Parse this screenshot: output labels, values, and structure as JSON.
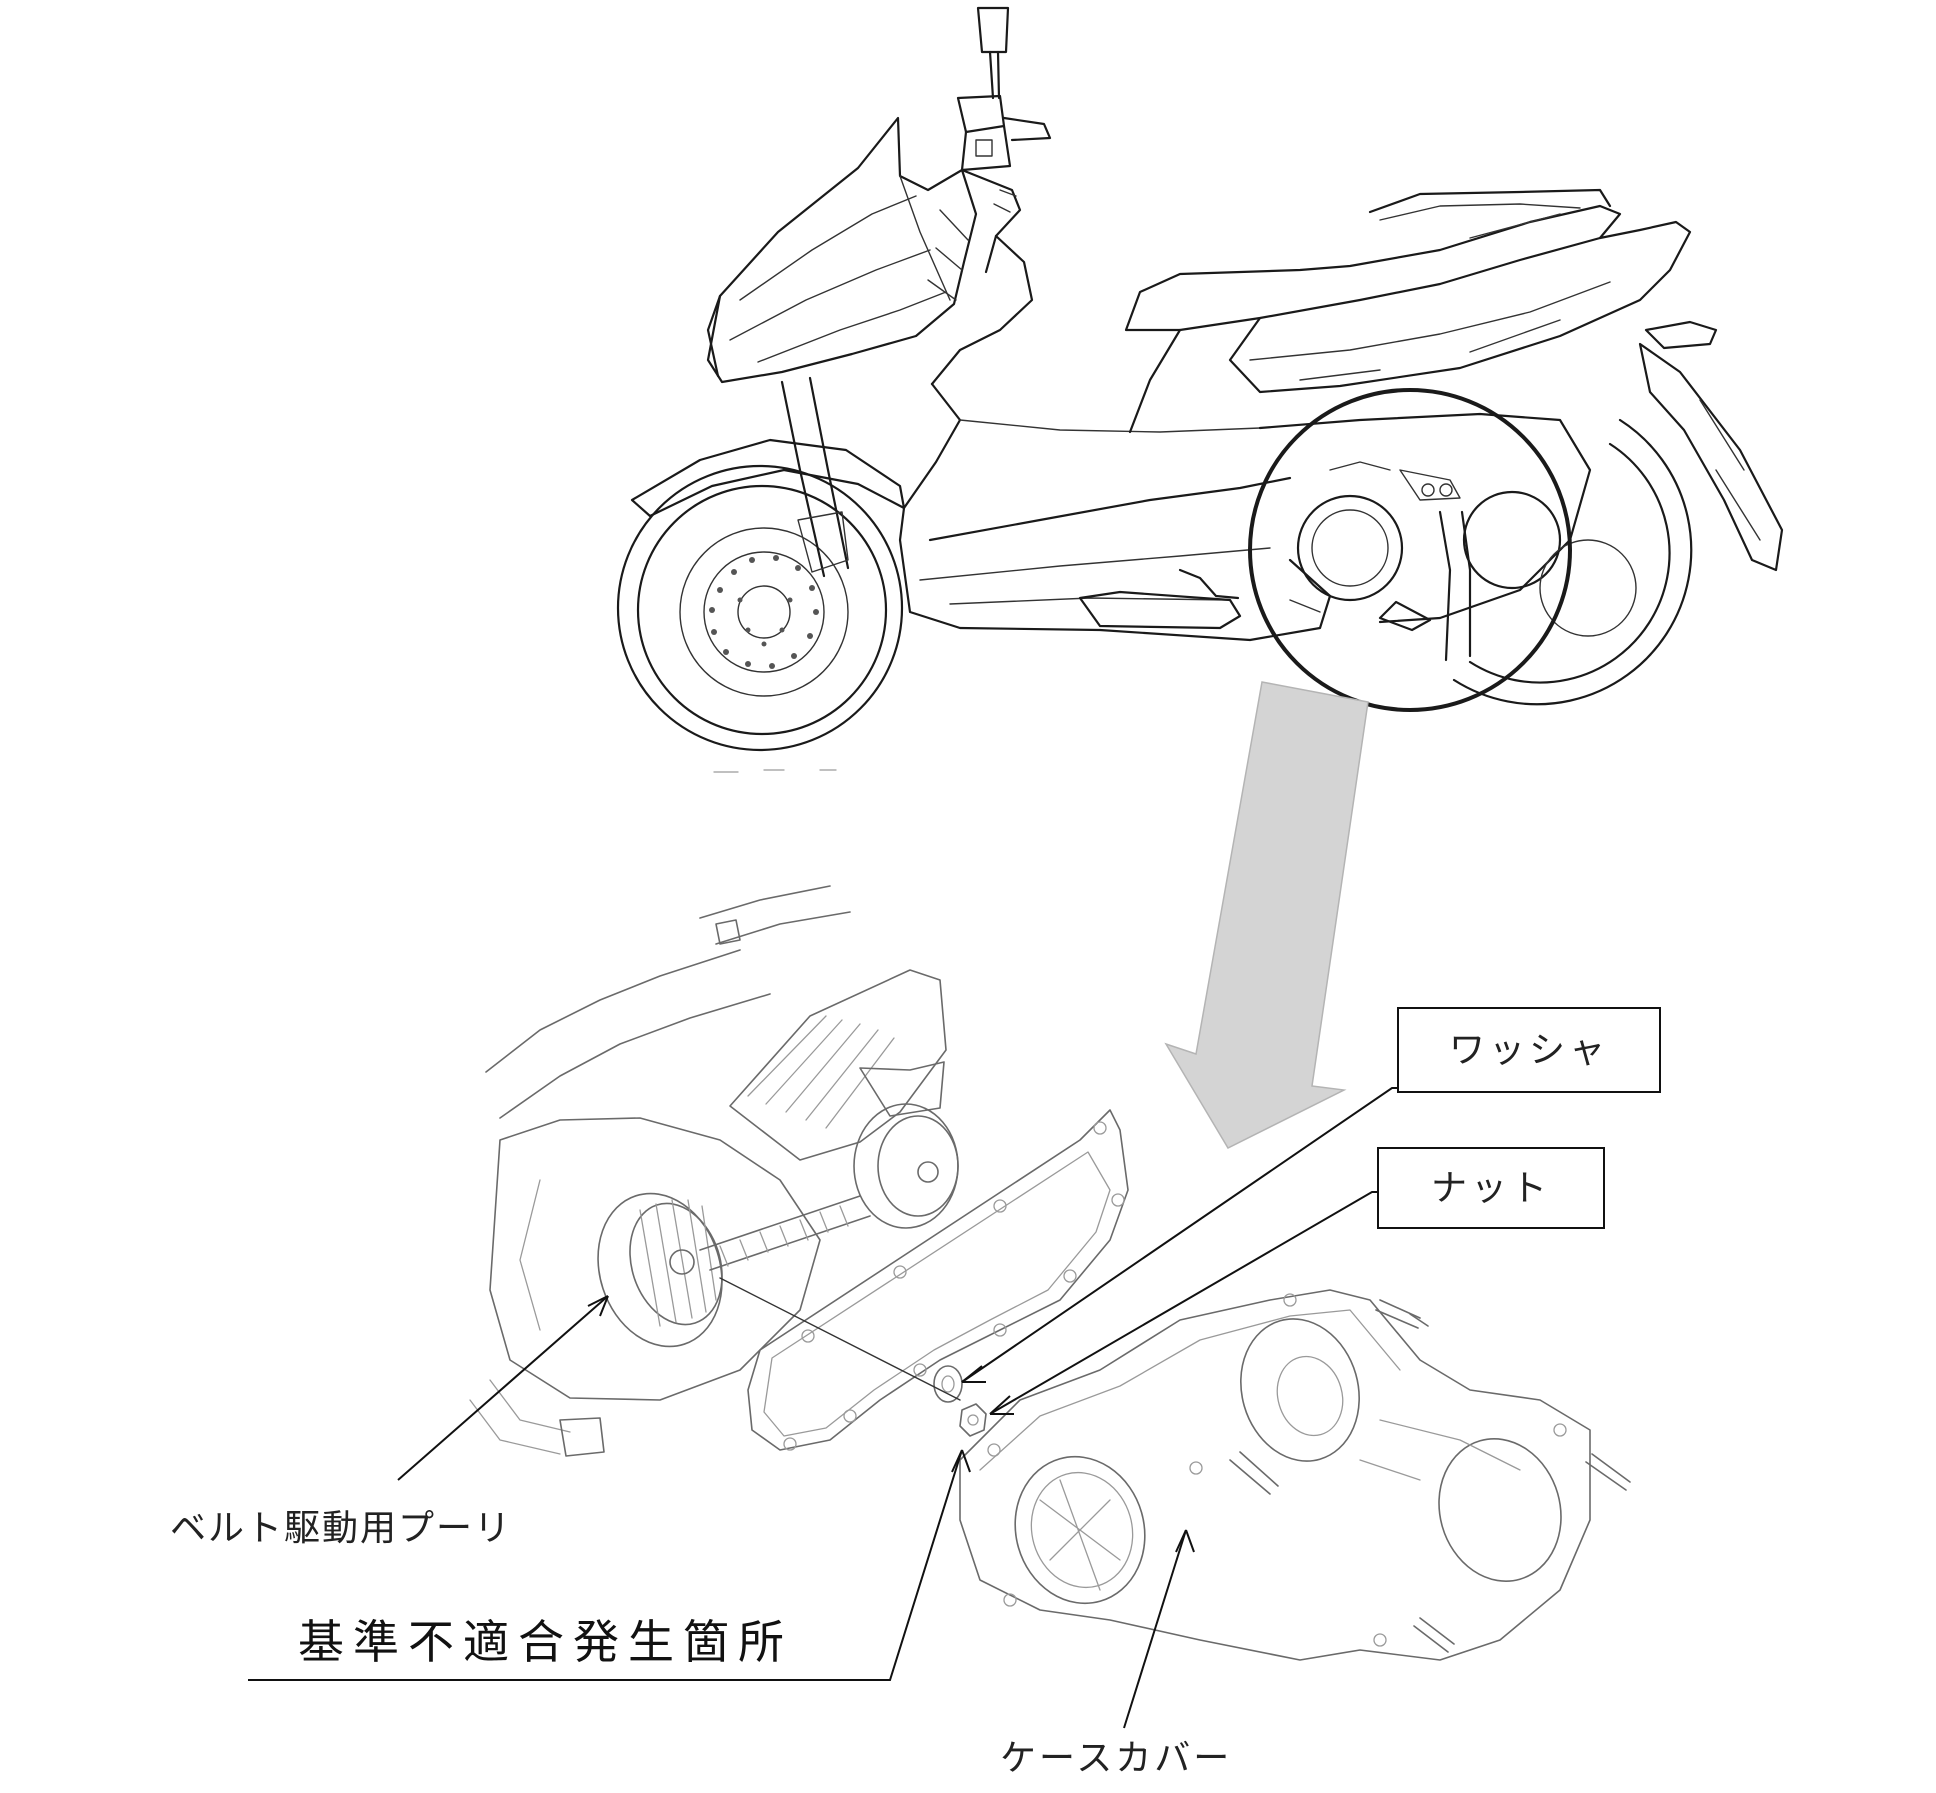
{
  "labels": {
    "washer": "ワッシャ",
    "nut": "ナット",
    "pulley": "ベルト駆動用プーリ",
    "defect_location": "基準不適合発生箇所",
    "case_cover": "ケースカバー"
  },
  "colors": {
    "line": "#1a1a1a",
    "arrow_fill": "#d4d4d4",
    "background": "#ffffff"
  }
}
